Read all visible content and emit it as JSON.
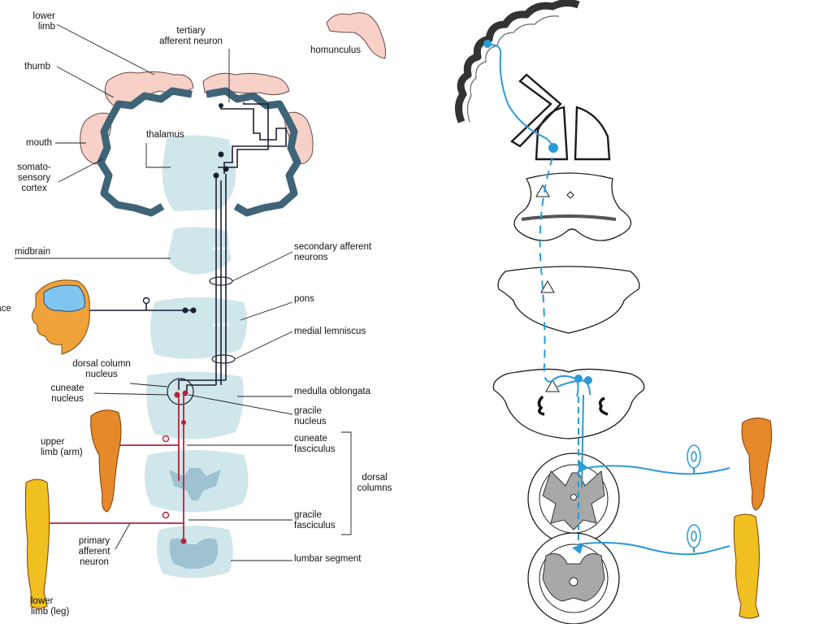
{
  "labels": {
    "lower_limb": "lower\nlimb",
    "tertiary_afferent_neuron": "tertiary\nafferent neuron",
    "homunculus": "homunculus",
    "thumb": "thumb",
    "mouth": "mouth",
    "thalamus": "thalamus",
    "somatosensory_cortex": "somato-\nsensory\ncortex",
    "midbrain": "midbrain",
    "secondary_afferent_neurons": "secondary afferent\nneurons",
    "face": "face",
    "pons": "pons",
    "medial_lemniscus": "medial lemniscus",
    "dorsal_column_nucleus": "dorsal column\nnucleus",
    "cuneate_nucleus": "cuneate\nnucleus",
    "medulla_oblongata": "medulla oblongata",
    "gracile_nucleus": "gracile\nnucleus",
    "upper_limb_arm": "upper\nlimb (arm)",
    "cuneate_fasciculus": "cuneate\nfasciculus",
    "dorsal_columns": "dorsal\ncolumns",
    "gracile_fasciculus": "gracile\nfasciculus",
    "primary_afferent_neuron": "primary\nafferent\nneuron",
    "lumbar_segment": "lumbar segment",
    "lower_limb_leg": "lower\nlimb (leg)"
  },
  "colors": {
    "cortex": "#3f6478",
    "homunculus": "#f7d0c8",
    "brainstem": "#cfe6ea",
    "cord_grey": "#9fc2d2",
    "pathway": "#1b1f33",
    "primary_afferent": "#b2243a",
    "right_pathway": "#2b9ad6",
    "grey_matter": "#a8a8a8"
  },
  "icons": {
    "homunculus_top": "homunculus-figure-icon",
    "face_head": "head-section-icon",
    "arm": "arm-muscle-icon",
    "leg": "leg-muscle-icon"
  }
}
